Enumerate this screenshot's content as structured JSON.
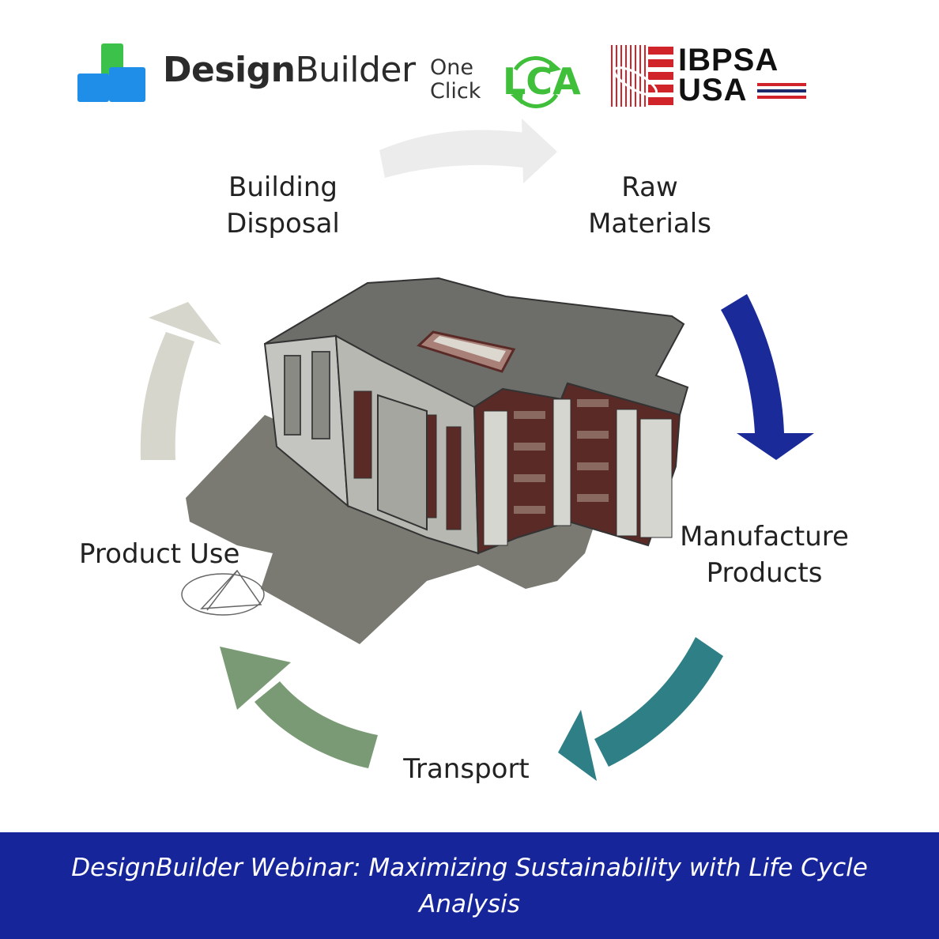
{
  "logos": {
    "designbuilder": {
      "bold": "Design",
      "regular": "Builder",
      "color_blue": "#1f8ee8",
      "color_green": "#3cc24a"
    },
    "oneclick": {
      "line1": "One",
      "line2": "Click",
      "lca": "LCA",
      "color": "#3fbf3a"
    },
    "ibpsa": {
      "line1": "IBPSA",
      "line2": "USA",
      "color_red": "#d0232a",
      "color_navy": "#1b2a6b"
    }
  },
  "diagram": {
    "stages": {
      "raw_materials": "Raw\nMaterials",
      "manufacture": "Manufacture\nProducts",
      "transport": "Transport",
      "product_use": "Product Use",
      "disposal": "Building\nDisposal"
    },
    "arrow_colors": {
      "raw_to_manufacture": "#1a2b99",
      "manufacture_to_transport": "#2e7f86",
      "transport_to_use": "#7a9a75",
      "use_to_disposal": "#d6d6cc",
      "disposal_to_raw": "#ececec"
    }
  },
  "banner": {
    "title": "DesignBuilder Webinar: Maximizing Sustainability with Life Cycle Analysis",
    "background": "#17259a"
  }
}
